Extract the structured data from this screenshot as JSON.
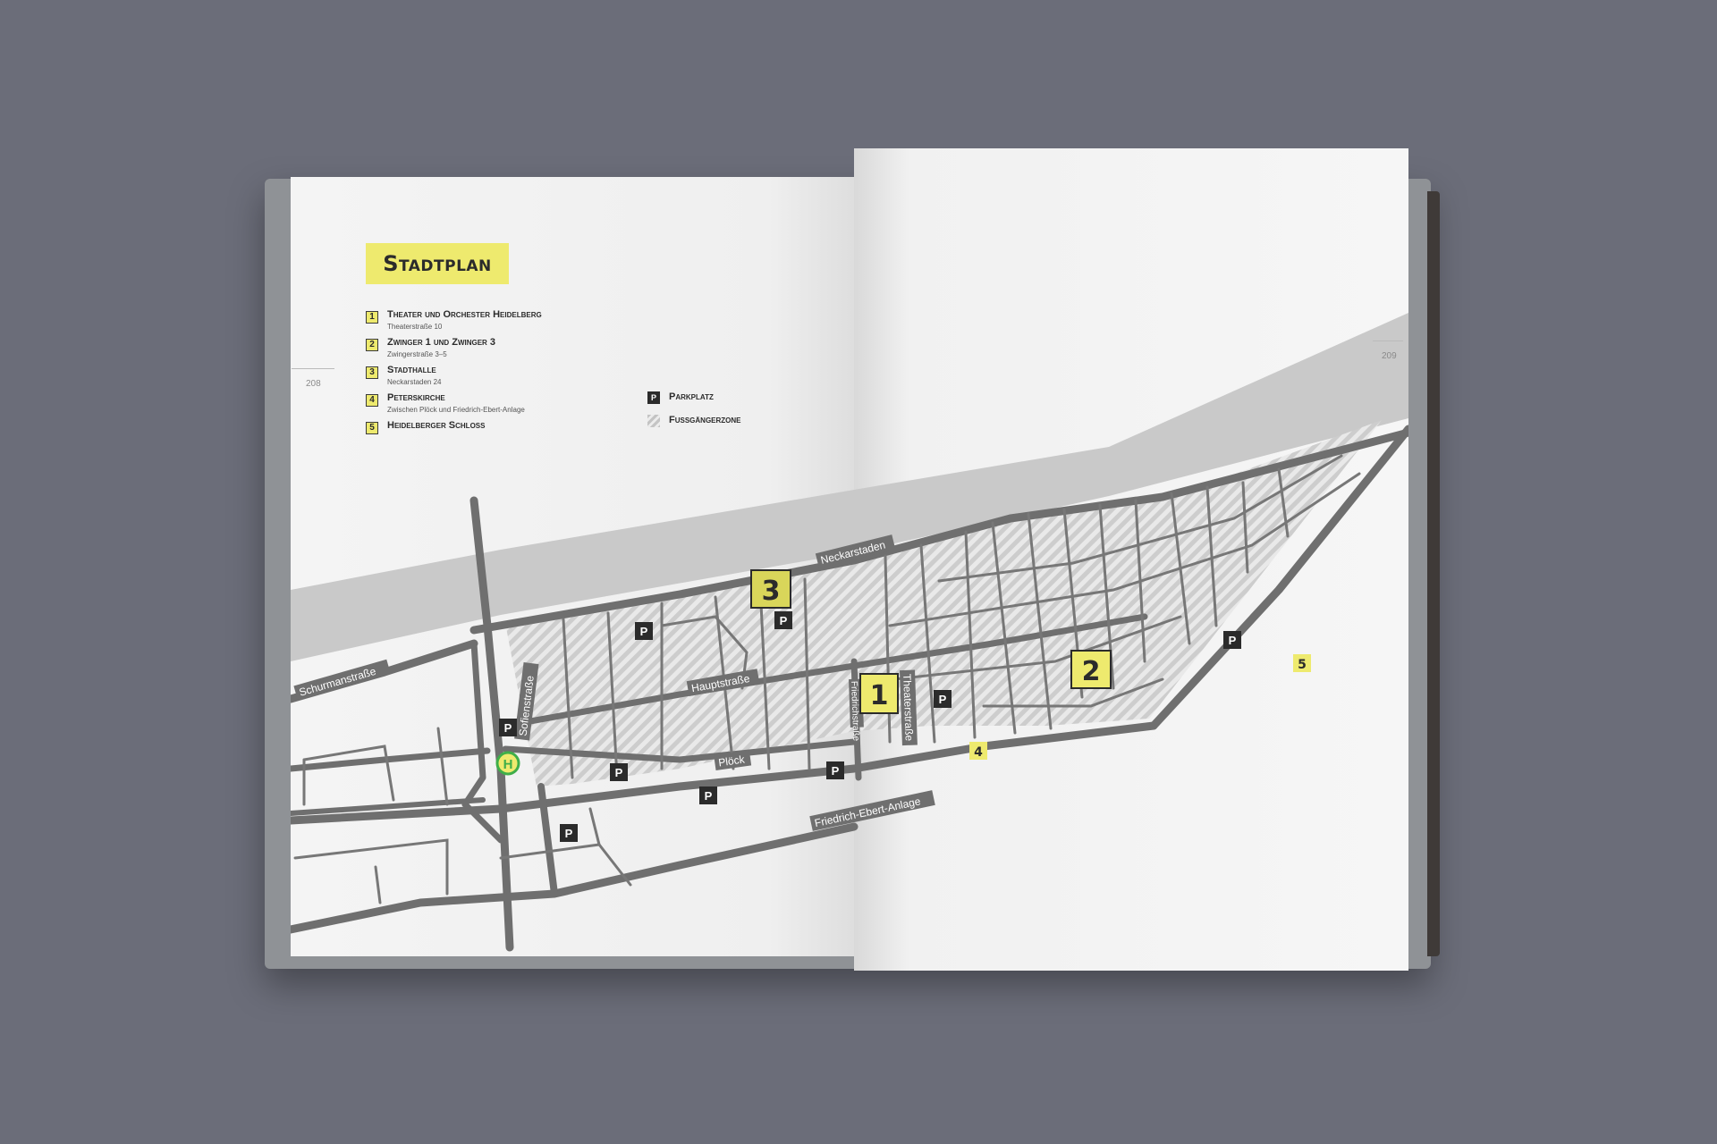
{
  "title": "Stadtplan",
  "legend": [
    {
      "num": "1",
      "name": "Theater und Orchester Heidelberg",
      "addr": "Theaterstraße 10"
    },
    {
      "num": "2",
      "name": "Zwinger 1 und Zwinger 3",
      "addr": "Zwingerstraße 3–5"
    },
    {
      "num": "3",
      "name": "Stadthalle",
      "addr": "Neckarstaden 24"
    },
    {
      "num": "4",
      "name": "Peterskirche",
      "addr": "Zwischen Plöck und Friedrich-Ebert-Anlage"
    },
    {
      "num": "5",
      "name": "Heidelberger Schloss",
      "addr": ""
    }
  ],
  "legend_symbols": {
    "parking_letter": "P",
    "parking_label": "Parkplatz",
    "pedestrian_label": "Fussgängerzone"
  },
  "page_numbers": {
    "left": "208",
    "right": "209"
  },
  "street_labels": {
    "schurmanstrasse": "Schurmanstraße",
    "sofienstrasse": "Sofienstraße",
    "hauptstrasse": "Hauptstraße",
    "ploeck": "Plöck",
    "neckarstaden": "Neckarstaden",
    "theaterstrasse": "Theaterstraße",
    "friedrich_ebert": "Friedrich-Ebert-Anlage",
    "friedrichstrasse": "Friedrichstraße"
  },
  "markers": {
    "m1": "1",
    "m2": "2",
    "m3": "3",
    "m4": "4",
    "m5": "5",
    "bus": "H"
  },
  "colors": {
    "accent": "#eeea6e",
    "road": "#6f6f6f",
    "river": "#c8c8c8",
    "zone_dark": "#c9c9c9",
    "zone_light": "#e8e8e8",
    "bus": "#3fae49"
  }
}
